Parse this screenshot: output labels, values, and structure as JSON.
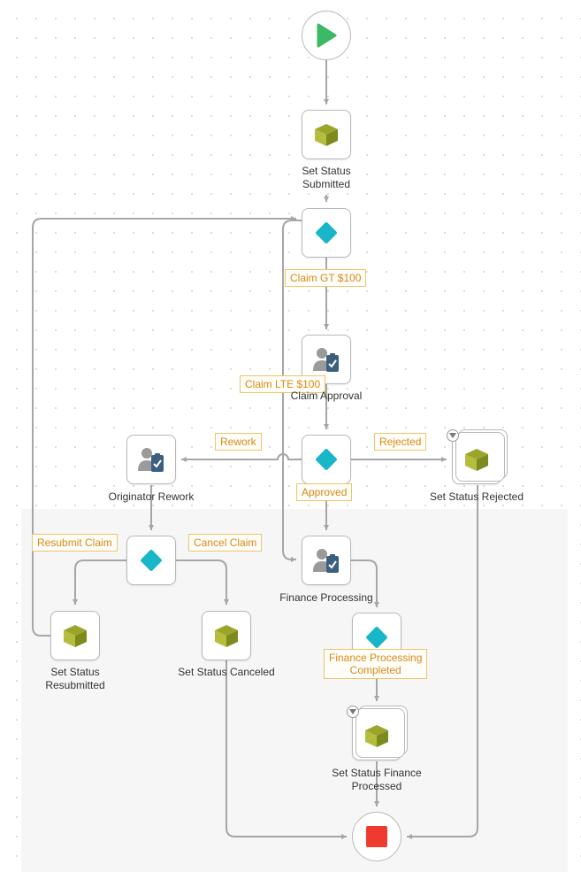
{
  "workflow": {
    "start": {
      "icon": "play-icon"
    },
    "end": {
      "icon": "stop-icon"
    },
    "nodes": {
      "set_status_submitted": {
        "label": "Set Status\nSubmitted",
        "icon": "box-icon"
      },
      "decision_claim_amount": {
        "icon": "diamond-icon"
      },
      "claim_approval": {
        "label": "Claim Approval",
        "icon": "user-task-icon"
      },
      "decision_approval": {
        "icon": "diamond-icon"
      },
      "originator_rework": {
        "label": "Originator Rework",
        "icon": "user-task-icon"
      },
      "set_status_rejected": {
        "label": "Set Status Rejected",
        "icon": "box-icon"
      },
      "decision_rework": {
        "icon": "diamond-icon"
      },
      "finance_processing": {
        "label": "Finance Processing",
        "icon": "user-task-icon"
      },
      "set_status_resubmitted": {
        "label": "Set Status\nResubmitted",
        "icon": "box-icon"
      },
      "set_status_canceled": {
        "label": "Set Status Canceled",
        "icon": "box-icon"
      },
      "decision_finance": {
        "icon": "diamond-icon"
      },
      "set_status_finance_processed": {
        "label": "Set Status Finance\nProcessed",
        "icon": "box-icon"
      }
    },
    "edge_labels": {
      "claim_gt_100": "Claim GT $100",
      "claim_lte_100": "Claim LTE $100",
      "rework": "Rework",
      "rejected": "Rejected",
      "approved": "Approved",
      "resubmit_claim": "Resubmit Claim",
      "cancel_claim": "Cancel Claim",
      "finance_processing_completed": "Finance Processing\nCompleted"
    }
  },
  "colors": {
    "start": "#3cb964",
    "end": "#ee3a2f",
    "diamond": "#17b6c8",
    "box_light": "#b5bd3d",
    "box_dark": "#7d8a1e",
    "user": "#9a9a9a",
    "clipboard": "#3d5f7e",
    "edge": "#a6a6a6",
    "label_border": "#efc46b",
    "label_text": "#d78a1a"
  }
}
